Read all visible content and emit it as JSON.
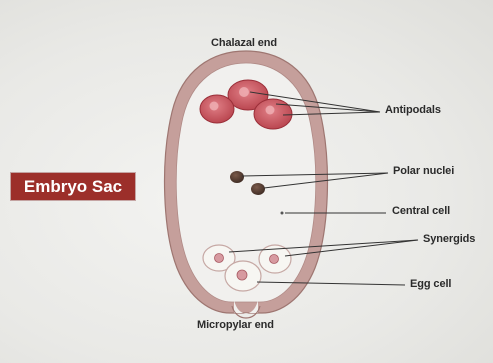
{
  "title": "Embryo Sac",
  "labels": {
    "chalazal_end": "Chalazal end",
    "antipodals": "Antipodals",
    "polar_nuclei": "Polar nuclei",
    "central_cell": "Central cell",
    "synergids": "Synergids",
    "egg_cell": "Egg cell",
    "micropylar_end": "Micropylar end"
  },
  "colors": {
    "title_badge": "#9c2f2a",
    "sac_wall": "#b58e8a",
    "antipodal_cells": "#c94f58",
    "polar_nuclei": "#4a2f28",
    "leader_lines": "#333333"
  }
}
